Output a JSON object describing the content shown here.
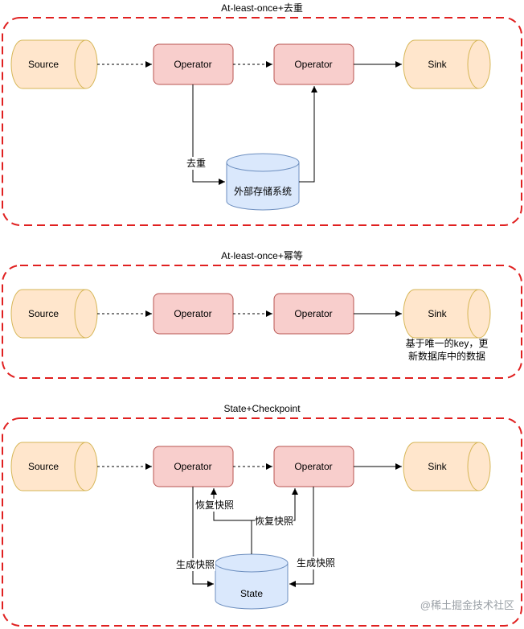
{
  "colors": {
    "frame": "#e02020",
    "cylinder_fill": "#ffe6cc",
    "cylinder_stroke": "#d6b656",
    "operator_fill": "#f8cecc",
    "operator_stroke": "#b85450",
    "db_fill": "#dae8fc",
    "db_stroke": "#6c8ebf"
  },
  "sections": [
    {
      "title": "At-least-once+去重",
      "source": "Source",
      "op1": "Operator",
      "op2": "Operator",
      "sink": "Sink",
      "dedup_label": "去重",
      "store": "外部存储系统"
    },
    {
      "title": "At-least-once+幂等",
      "source": "Source",
      "op1": "Operator",
      "op2": "Operator",
      "sink": "Sink",
      "note_line1": "基于唯一的key，更",
      "note_line2": "新数据库中的数据"
    },
    {
      "title": "State+Checkpoint",
      "source": "Source",
      "op1": "Operator",
      "op2": "Operator",
      "sink": "Sink",
      "state": "State",
      "restore_left": "恢复快照",
      "restore_right": "恢复快照",
      "snapshot_left": "生成快照",
      "snapshot_right": "生成快照"
    }
  ],
  "watermark": "@稀土掘金技术社区"
}
